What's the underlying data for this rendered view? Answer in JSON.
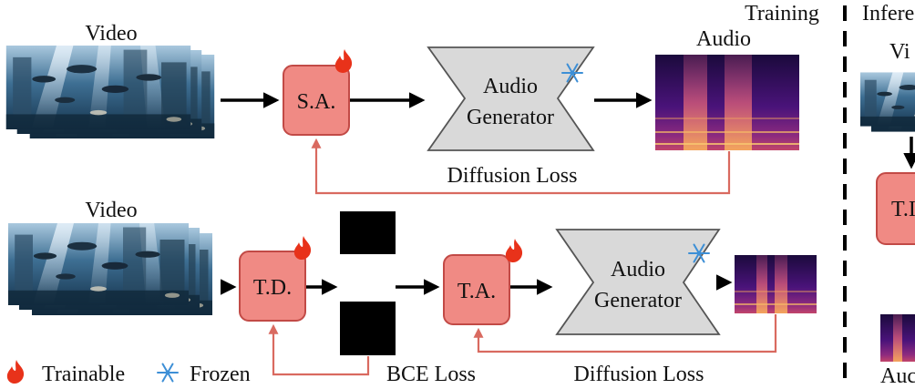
{
  "labels": {
    "training": "Training",
    "inference": "Infere",
    "video_top": "Video",
    "video_bottom": "Video",
    "audio_top": "Audio",
    "video_right": "Vi",
    "audio_right": "Auc",
    "td_right": "T.I",
    "diffusion_loss_top": "Diffusion Loss",
    "diffusion_loss_bottom": "Diffusion Loss",
    "bce_loss": "BCE Loss"
  },
  "blocks": {
    "sa": "S.A.",
    "td": "T.D.",
    "ta": "T.A.",
    "generator_top_line1": "Audio",
    "generator_top_line2": "Generator",
    "generator_bottom_line1": "Audio",
    "generator_bottom_line2": "Generator"
  },
  "legend": {
    "trainable": "Trainable",
    "frozen": "Frozen"
  },
  "icons": {
    "trainable": "flame-icon",
    "frozen": "snowflake-icon"
  },
  "colors": {
    "module_fill": "#f08a84",
    "module_stroke": "#c24a46",
    "generator_fill": "#d9d9d9",
    "loss_arrow": "#d96a60",
    "flame": "#e8321a",
    "snowflake": "#3d8fd6"
  }
}
